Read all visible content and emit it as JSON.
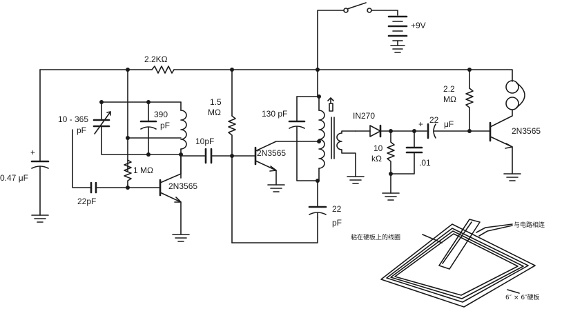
{
  "supply": {
    "label": "+9V"
  },
  "components": {
    "r_feed": "2.2KΩ",
    "c_bypass": "0.47 μF",
    "c_tune_a": "10 - 365",
    "c_tune_b": "pF",
    "c_fixed_a": "390",
    "c_fixed_b": "pF",
    "r_bias1": "1 MΩ",
    "c_fb": "22pF",
    "q1": "2N3565",
    "c_couple": "10pF",
    "r_bias2_a": "1.5",
    "r_bias2_b": "MΩ",
    "q2": "2N3565",
    "c_tank_a": "130 pF",
    "c_emit_a": "22",
    "c_emit_b": "pF",
    "diode": "IN270",
    "r_det_a": "10",
    "r_det_b": "kΩ",
    "c_det": ".01",
    "c_out_a": "22",
    "c_out_b": "μF",
    "r_coll_a": "2.2",
    "r_coll_b": "MΩ",
    "q3": "2N3565",
    "c_plus_1": "+",
    "c_plus_2": "+"
  },
  "inset": {
    "coil_label": "粘在硬板上的线圈",
    "connect_label": "与电路相连",
    "board_label": "6″ × 6″硬板"
  }
}
